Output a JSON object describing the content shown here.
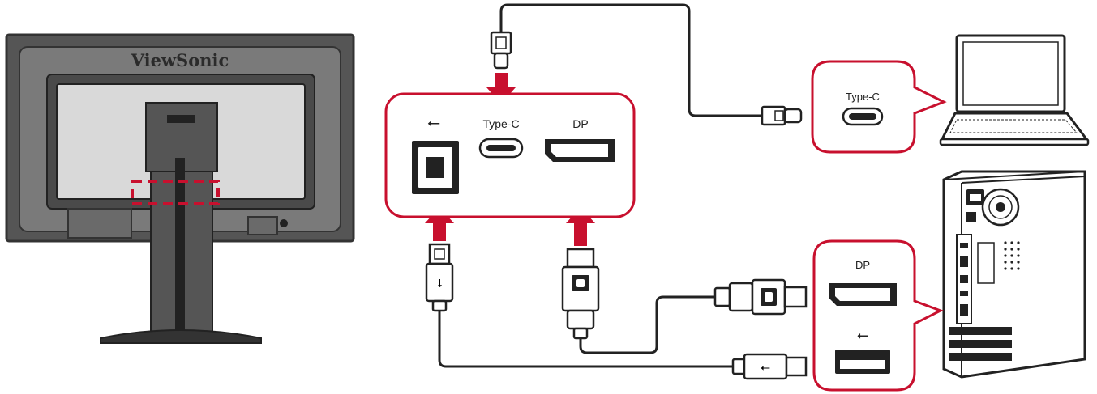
{
  "monitor": {
    "brand": "ViewSonic"
  },
  "hub_ports": {
    "usb_symbol": "⭠",
    "typec_label": "Type-C",
    "dp_label": "DP"
  },
  "laptop_callout": {
    "typec_label": "Type-C"
  },
  "pc_callout": {
    "dp_label": "DP",
    "usb_symbol": "⭠"
  },
  "colors": {
    "accent": "#c8102e",
    "cable": "#222222",
    "monitor_body": "#555555",
    "monitor_panel": "#d9d9d9"
  }
}
